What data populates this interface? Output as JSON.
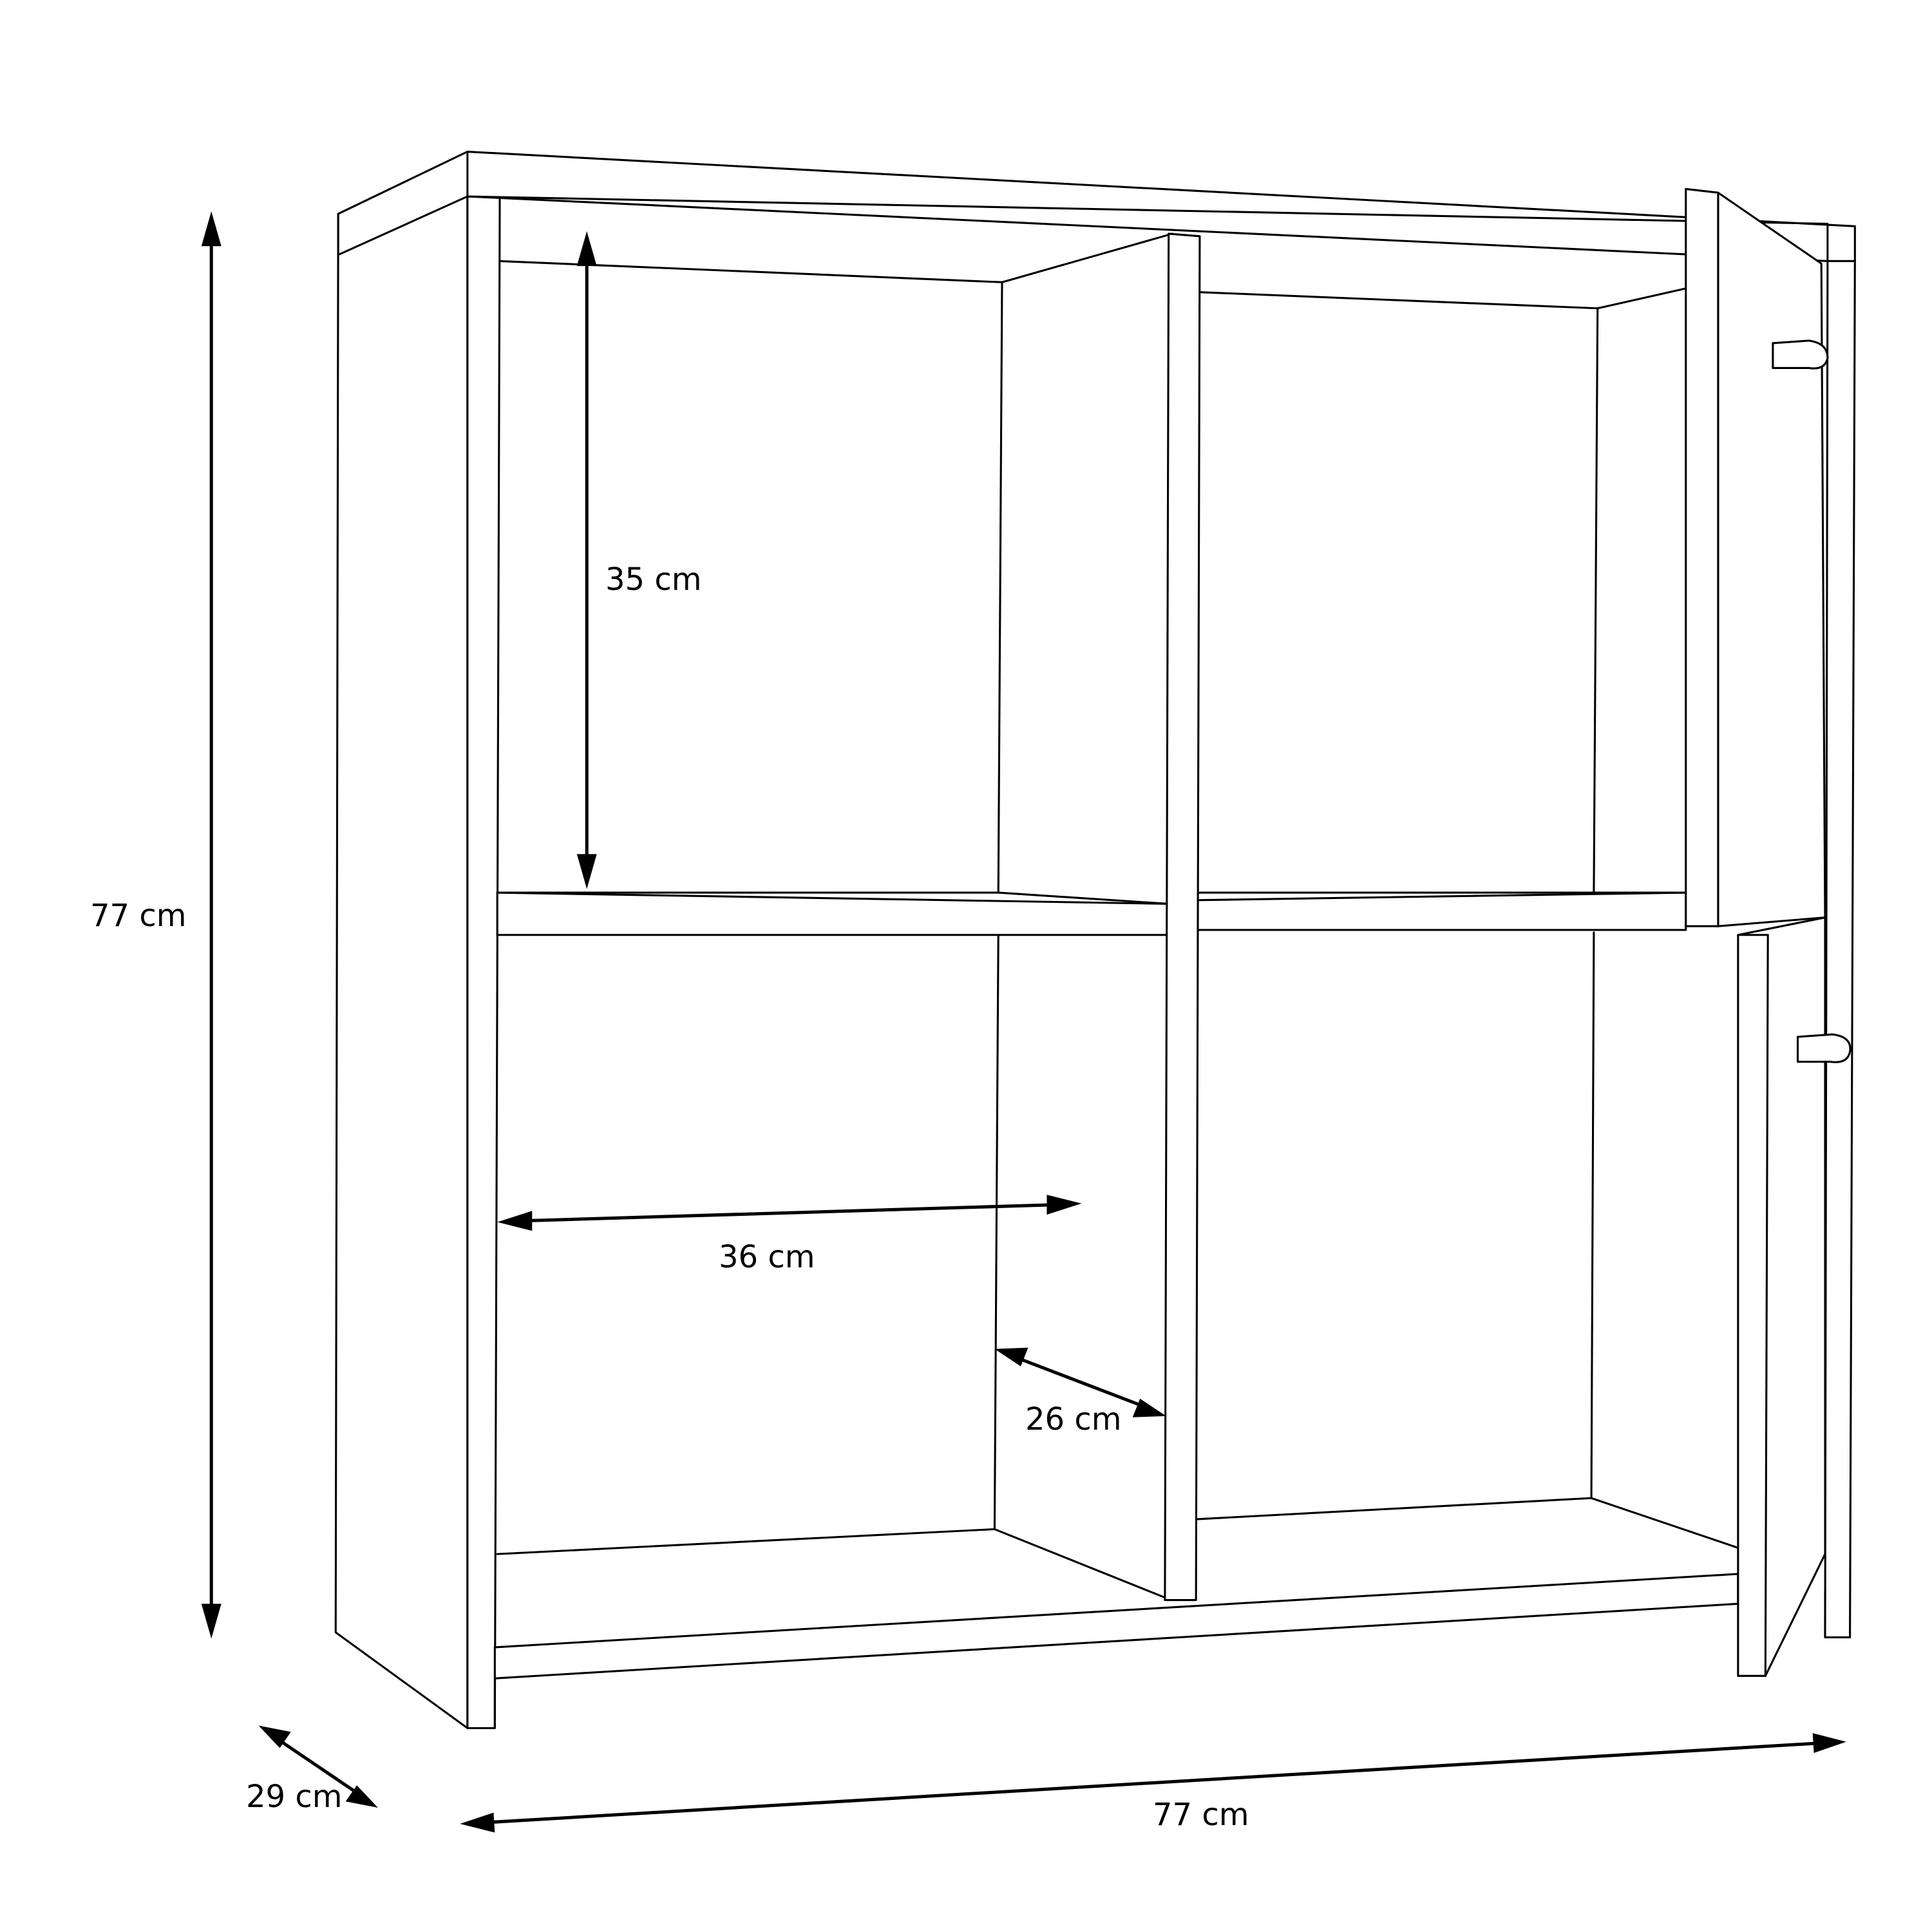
{
  "diagram": {
    "subject": "Open cube bookcase cabinet with two doors (line drawing)",
    "line_color": "#000000",
    "background": "#ffffff"
  },
  "dimensions": {
    "total_height": "77 cm",
    "total_width": "77 cm",
    "total_depth": "29 cm",
    "compartment_height": "35 cm",
    "compartment_width": "36 cm",
    "compartment_depth": "26 cm"
  }
}
